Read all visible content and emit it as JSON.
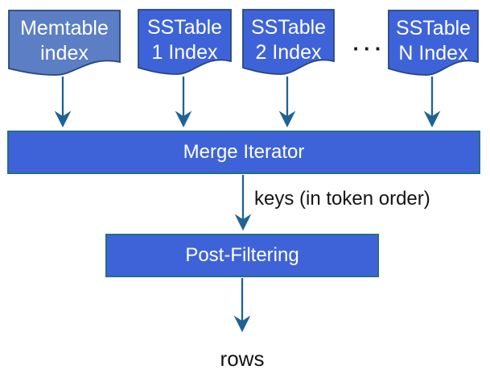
{
  "diagram": {
    "nodes": {
      "memtable": {
        "line1": "Memtable",
        "line2": "index"
      },
      "sstable1": {
        "line1": "SSTable",
        "line2": "1 Index"
      },
      "sstable2": {
        "line1": "SSTable",
        "line2": "2 Index"
      },
      "sstableN": {
        "line1": "SSTable",
        "line2": "N Index"
      },
      "ellipsis": "···",
      "merge_iterator": {
        "label": "Merge Iterator"
      },
      "post_filtering": {
        "label": "Post-Filtering"
      }
    },
    "labels": {
      "keys_edge": "keys (in token order)",
      "output": "rows"
    },
    "colors": {
      "memtable_fill": "#5B7EC4",
      "sstable_fill": "#3E63D9",
      "box_fill": "#3E63D9",
      "doc_border": "#27477F",
      "box_border": "#256E85",
      "arrow": "#1F6296",
      "text_light": "#FFFFFF",
      "text_dark": "#141414"
    }
  }
}
